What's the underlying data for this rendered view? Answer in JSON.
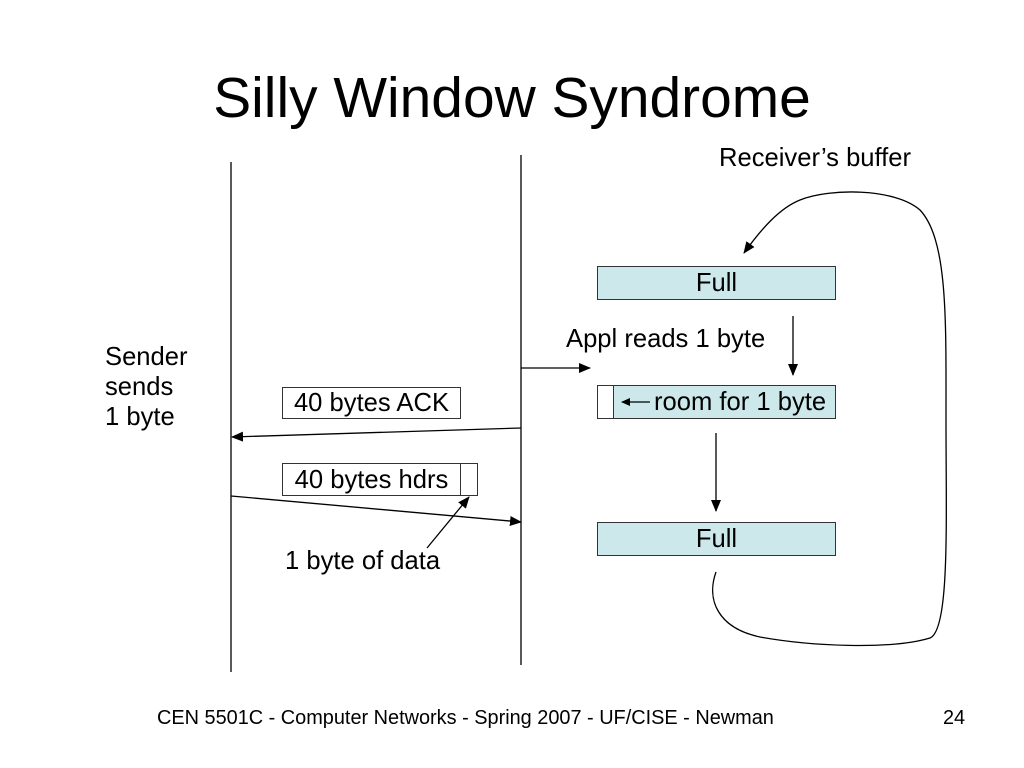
{
  "slide": {
    "title": "Silly Window Syndrome",
    "footer_text": "CEN 5501C - Computer Networks - Spring 2007 - UF/CISE - Newman",
    "page_number": "24"
  },
  "sender": {
    "label_lines": [
      "Sender",
      "sends",
      "1 byte"
    ]
  },
  "messages": {
    "ack_box": "40 bytes ACK",
    "hdrs_box": "40 bytes hdrs",
    "data_pointer_label": "1 byte of data"
  },
  "receiver": {
    "buffer_label": "Receiver’s buffer",
    "state_full_top": "Full",
    "appl_reads_label": "Appl reads 1 byte",
    "room_label": "room for 1 byte",
    "state_full_bottom": "Full"
  },
  "colors": {
    "background": "#ffffff",
    "ink": "#000000",
    "buffer_fill": "#cce8eb",
    "box_border": "#333333"
  }
}
